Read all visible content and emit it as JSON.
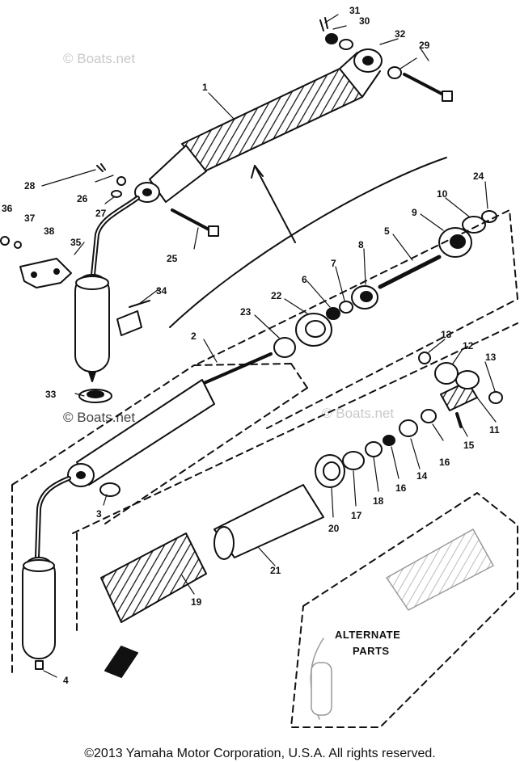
{
  "watermarks": {
    "primary": "© Boats.net",
    "secondary": "© Boats.net"
  },
  "alternate_label": {
    "line1": "ALTERNATE",
    "line2": "PARTS"
  },
  "copyright": "©2013 Yamaha Motor Corporation, U.S.A. All rights reserved.",
  "callouts": {
    "c1": "1",
    "c2": "2",
    "c3": "3",
    "c4": "4",
    "c5": "5",
    "c6": "6",
    "c7": "7",
    "c8": "8",
    "c9": "9",
    "c10": "10",
    "c11": "11",
    "c12": "12",
    "c13a": "13",
    "c13b": "13",
    "c14": "14",
    "c15": "15",
    "c16a": "16",
    "c16b": "16",
    "c17": "17",
    "c18": "18",
    "c19": "19",
    "c20": "20",
    "c21": "21",
    "c22": "22",
    "c23": "23",
    "c24": "24",
    "c25": "25",
    "c26": "26",
    "c27": "27",
    "c28": "28",
    "c29": "29",
    "c30": "30",
    "c31": "31",
    "c32": "32",
    "c33": "33",
    "c34": "34",
    "c35": "35",
    "c36": "36",
    "c37": "37",
    "c38": "38"
  },
  "colors": {
    "line": "#111111",
    "watermark": "#c9c9c9",
    "background": "#ffffff"
  }
}
